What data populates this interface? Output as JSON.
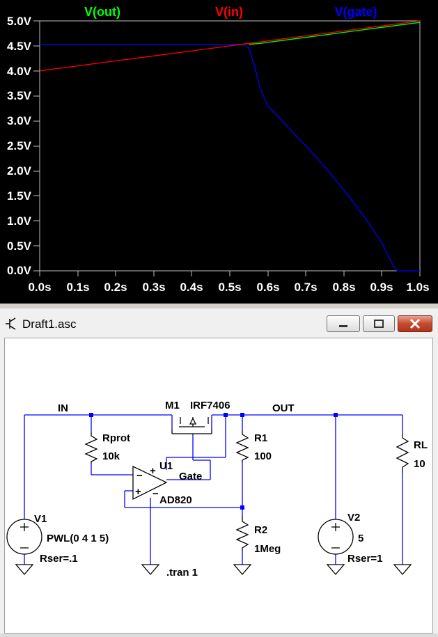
{
  "waveform": {
    "traces": [
      {
        "name": "V(out)",
        "color": "#00ff00"
      },
      {
        "name": "V(in)",
        "color": "#ff0000"
      },
      {
        "name": "V(gate)",
        "color": "#0000ff"
      }
    ],
    "y_ticks": [
      "5.0V",
      "4.5V",
      "4.0V",
      "3.5V",
      "3.0V",
      "2.5V",
      "2.0V",
      "1.5V",
      "1.0V",
      "0.5V",
      "0.0V"
    ],
    "x_ticks": [
      "0.0s",
      "0.1s",
      "0.2s",
      "0.3s",
      "0.4s",
      "0.5s",
      "0.6s",
      "0.7s",
      "0.8s",
      "0.9s",
      "1.0s"
    ],
    "background": "#000000"
  },
  "chart_data": {
    "type": "line",
    "xlim": [
      0,
      1.0
    ],
    "ylim": [
      0,
      5.0
    ],
    "grid": false,
    "legend_placement": "top",
    "series": [
      {
        "name": "V(out)",
        "color": "#00ff00",
        "x": [
          0.55,
          0.58,
          0.7,
          0.8,
          0.9,
          1.0
        ],
        "y": [
          4.53,
          4.55,
          4.67,
          4.77,
          4.87,
          4.97
        ]
      },
      {
        "name": "V(in)",
        "color": "#ff0000",
        "x": [
          0,
          0.1,
          0.2,
          0.3,
          0.4,
          0.5,
          0.55,
          0.6,
          0.7,
          0.8,
          0.9,
          1.0
        ],
        "y": [
          4.0,
          4.1,
          4.2,
          4.3,
          4.4,
          4.5,
          4.55,
          4.6,
          4.7,
          4.8,
          4.9,
          5.0
        ]
      },
      {
        "name": "V(gate)",
        "color": "#0000ff",
        "x": [
          0,
          0.5,
          0.54,
          0.55,
          0.565,
          0.58,
          0.6,
          0.65,
          0.7,
          0.75,
          0.8,
          0.85,
          0.9,
          0.93,
          0.94,
          1.0
        ],
        "y": [
          4.53,
          4.53,
          4.53,
          4.45,
          4.1,
          3.65,
          3.3,
          2.9,
          2.5,
          2.08,
          1.62,
          1.12,
          0.56,
          0.1,
          0.0,
          0.0
        ]
      }
    ]
  },
  "window": {
    "title": "Draft1.asc",
    "minimize_icon": "minimize-icon",
    "maximize_icon": "maximize-icon",
    "close_icon": "close-icon"
  },
  "schematic": {
    "net_in": "IN",
    "net_out": "OUT",
    "m1_name": "M1",
    "m1_model": "IRF7406",
    "rprot_name": "Rprot",
    "rprot_value": "10k",
    "u1_name": "U1",
    "u1_model": "AD820",
    "gate_label": "Gate",
    "r1_name": "R1",
    "r1_value": "100",
    "r2_name": "R2",
    "r2_value": "1Meg",
    "rl_name": "RL",
    "rl_value": "10",
    "v1_name": "V1",
    "v1_value": "PWL(0 4 1 5)",
    "v1_rser": "Rser=.1",
    "v2_name": "V2",
    "v2_value": "5",
    "v2_rser": "Rser=1",
    "directive": ".tran 1",
    "plus": "+",
    "minus": "−"
  }
}
